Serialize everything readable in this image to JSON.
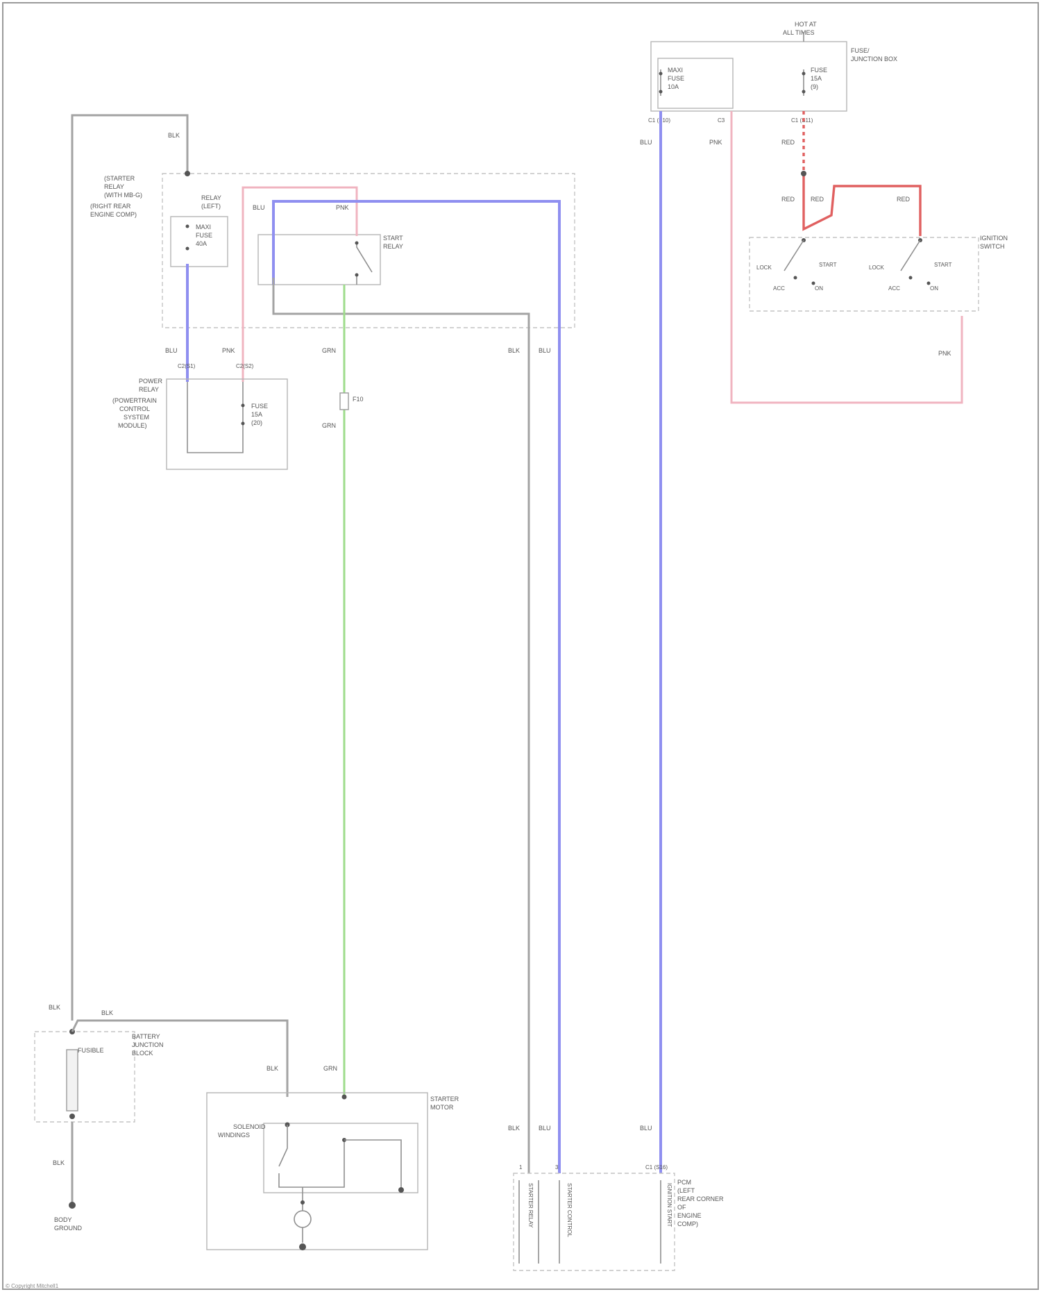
{
  "fuse_box_top": {
    "header_line1": "HOT AT",
    "header_line2": "ALL TIMES",
    "box_title_line1": "FUSE/",
    "box_title_line2": "JUNCTION BOX",
    "fuse_left": {
      "line1": "MAXI",
      "line2": "FUSE",
      "line3": "10A"
    },
    "fuse_right": {
      "line1": "FUSE",
      "line2": "15A",
      "line3": "(9)"
    },
    "pin_left": "C1 (S10)",
    "pin_mid": "C3",
    "pin_right": "C1 (S11)"
  },
  "wires": {
    "blu_top": "BLU",
    "pnk_a": "PNK",
    "red_a": "RED",
    "red_b": "RED",
    "red_c": "RED",
    "red_d": "RED",
    "pnk_b": "PNK",
    "blk_top": "BLK",
    "blu_mid": "BLU",
    "pnk_mid": "PNK",
    "grn_mid": "GRN",
    "blk_right": "BLK",
    "blu_right": "BLU",
    "grn_fuse": "GRN",
    "blk_bottom1": "BLK",
    "blk_bottom2": "BLK",
    "blu_bottom": "BLK",
    "grn_bottom": "GRN",
    "blk_c": "BLK",
    "blu_c": "BLU",
    "blu_far": "BLU",
    "blk_ground": "BLK"
  },
  "ignition_switch": {
    "title_line1": "IGNITION",
    "title_line2": "SWITCH",
    "lock": "LOCK",
    "start": "START",
    "acc": "ACC",
    "on": "ON"
  },
  "relay_block": {
    "title_line1": "(STARTER",
    "title_line2": "RELAY",
    "title_line3": "(WITH MB-G)",
    "title_line4": "(RIGHT REAR",
    "title_line5": "ENGINE COMP)",
    "relay_coil_label": "RELAY",
    "relay_coil_sub": "(LEFT)",
    "fuse_a": {
      "line1": "MAXI",
      "line2": "FUSE",
      "line3": "40A"
    },
    "relay_switch_label": "START",
    "relay_switch_sub": "RELAY"
  },
  "lower_relay_box": {
    "title_line1": "POWER",
    "title_line2": "RELAY",
    "title_line3": "(POWERTRAIN",
    "title_line4": "CONTROL",
    "title_line5": "SYSTEM",
    "title_line6": "MODULE)",
    "fuse": {
      "line1": "FUSE",
      "line2": "15A",
      "line3": "(20)"
    },
    "pin_left": "C2(S1)",
    "pin_right": "C2(S2)"
  },
  "inline_fuse": "F10",
  "battery": {
    "label_line1": "BATTERY",
    "label_line2": "JUNCTION",
    "label_line3": "BLOCK",
    "fuse": "FUSIBLE"
  },
  "ground": {
    "line1": "BODY",
    "line2": "GROUND"
  },
  "starter": {
    "title_line1": "STARTER",
    "title_line2": "MOTOR",
    "solenoid_line1": "SOLENOID",
    "solenoid_line2": "WINDINGS"
  },
  "pcm": {
    "title_line1": "PCM",
    "title_line2": "(LEFT",
    "title_line3": "REAR CORNER",
    "title_line4": "OF",
    "title_line5": "ENGINE",
    "title_line6": "COMP)",
    "pin_header": "C1 (S16)",
    "pin_a": "1",
    "pin_b": "3",
    "pin_left_label": "STARTER RELAY",
    "pin_mid_label": "STARTER CONTROL",
    "pin_right_label": "IGNITION START"
  },
  "footer": "© Copyright Mitchell1"
}
